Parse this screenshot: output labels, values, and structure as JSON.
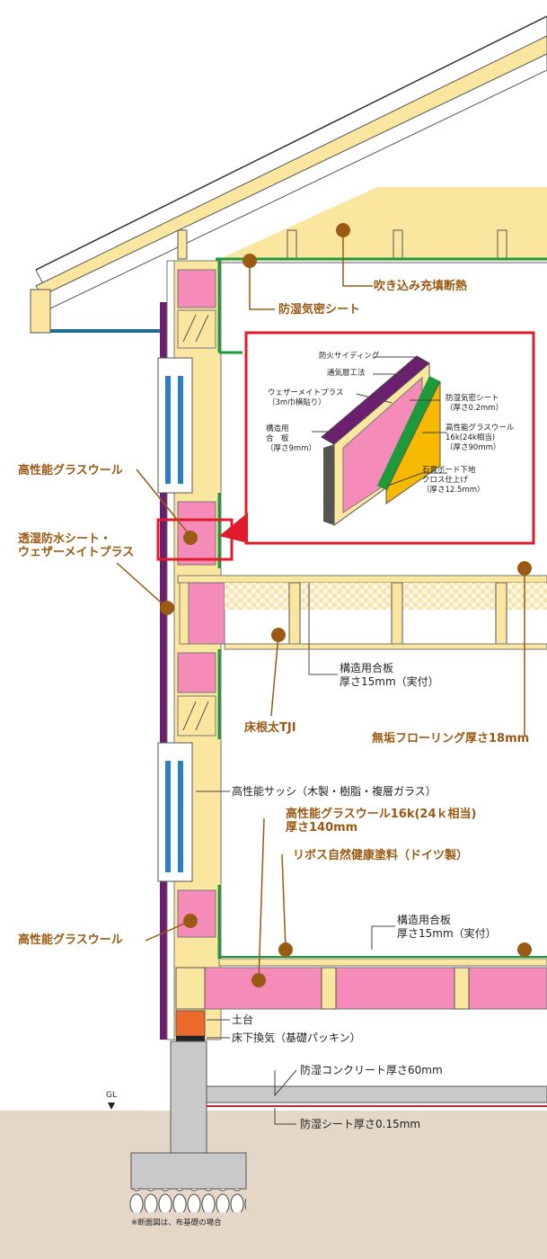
{
  "labels": {
    "blown_insulation": "吹き込み充填断熱",
    "vapor_barrier": "防湿気密シート",
    "glass_wool_upper": "高性能グラスウール",
    "breathable_sheet": "透湿防水シート・\nウェザーメイトプラス",
    "floor_flooring": "無垢フローリング厚さ18mm",
    "plywood_mid": "構造用合板\n厚さ15mm（実付）",
    "floor_joist": "床根太TJI",
    "sash": "高性能サッシ（木製・樹脂・複層ガラス）",
    "glass_wool_16k": "高性能グラスウール16k(24ｋ相当)\n厚さ140mm",
    "paint": "リボス自然健康塗料（ドイツ製）",
    "glass_wool_lower": "高性能グラスウール",
    "plywood_floor": "構造用合板\n厚さ15mm（実付）",
    "sill": "土台",
    "underfloor_vent": "床下換気（基礎パッキン）",
    "concrete": "防湿コンクリート厚さ60mm",
    "moisture_sheet": "防湿シート厚さ0.15mm",
    "gl": "GL",
    "footnote": "※断面図は、布基礎の場合"
  },
  "detail": {
    "fire_siding": "防火サイディング",
    "vent_layer": "通気層工法",
    "weathermate": "ウェザーメイトプラス\n（3m巾横貼り）",
    "struct_plywood": "構造用\n合　板\n（厚さ9mm）",
    "vapor_sheet": "防湿気密シート\n（厚さ0.2mm）",
    "glass_wool": "高性能グラスウール\n16k(24k相当)\n（厚さ90mm）",
    "gypsum": "石膏ボード下地\nクロス仕上げ\n（厚さ12.5mm）"
  },
  "colors": {
    "brown_label": "#9a5a14",
    "pink_insulation": "#f48bb8",
    "yellow_wood": "#fbe6a0",
    "highlight_red": "#e01b2b",
    "ground": "#e5d7c7",
    "green_sheet": "#1f9a3a",
    "purple_sheet": "#6b1f6e",
    "window_blue": "#2a7fc0"
  }
}
